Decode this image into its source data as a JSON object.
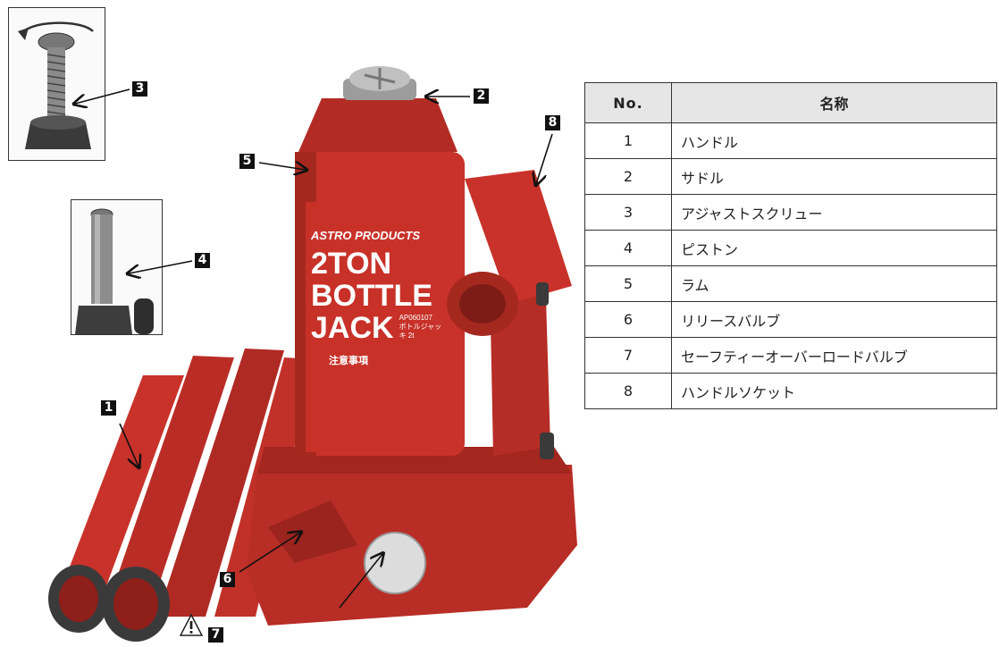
{
  "table": {
    "headers": {
      "no": "No.",
      "name": "名称"
    },
    "rows": [
      {
        "no": "1",
        "name": "ハンドル"
      },
      {
        "no": "2",
        "name": "サドル"
      },
      {
        "no": "3",
        "name": "アジャストスクリュー"
      },
      {
        "no": "4",
        "name": "ピストン"
      },
      {
        "no": "5",
        "name": "ラム"
      },
      {
        "no": "6",
        "name": "リリースバルブ"
      },
      {
        "no": "7",
        "name": "セーフティーオーバーロードバルブ"
      },
      {
        "no": "8",
        "name": "ハンドルソケット"
      }
    ]
  },
  "callouts": [
    "1",
    "2",
    "3",
    "4",
    "5",
    "6",
    "7",
    "8"
  ],
  "jack_label": {
    "brand": "ASTRO PRODUCTS",
    "line1": "2TON",
    "line2": "BOTTLE",
    "line3": "JACK",
    "model": "AP060107",
    "model_jp": "ボトルジャッキ 2t",
    "caution": "注意事項"
  },
  "icons": {
    "warning": "warning-triangle-icon"
  },
  "colors": {
    "jack_red": "#c8322a",
    "jack_dark": "#8e1f1a",
    "badge": "#111111"
  }
}
